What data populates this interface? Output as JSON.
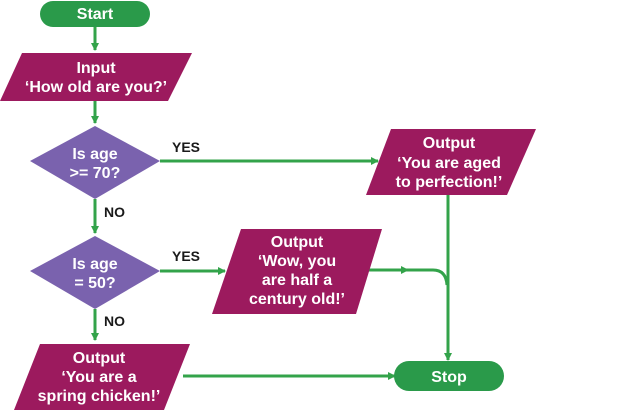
{
  "colors": {
    "terminal": "#2a9a4a",
    "io": "#9c1a5e",
    "decision": "#7a62ae",
    "arrow": "#33a34a"
  },
  "nodes": {
    "start": {
      "label": "Start"
    },
    "input": {
      "line1": "Input",
      "line2": "‘How old are you?’"
    },
    "decision1": {
      "line1": "Is age",
      "line2": ">= 70?"
    },
    "output1": {
      "line1": "Output",
      "line2": "‘You are aged",
      "line3": "to perfection!’"
    },
    "decision2": {
      "line1": "Is age",
      "line2": "= 50?"
    },
    "output2": {
      "line1": "Output",
      "line2": "‘Wow, you",
      "line3": "are half a",
      "line4": "century old!’"
    },
    "output3": {
      "line1": "Output",
      "line2": "‘You are a",
      "line3": "spring chicken!’"
    },
    "stop": {
      "label": "Stop"
    }
  },
  "edges": {
    "d1_yes": "YES",
    "d1_no": "NO",
    "d2_yes": "YES",
    "d2_no": "NO"
  }
}
